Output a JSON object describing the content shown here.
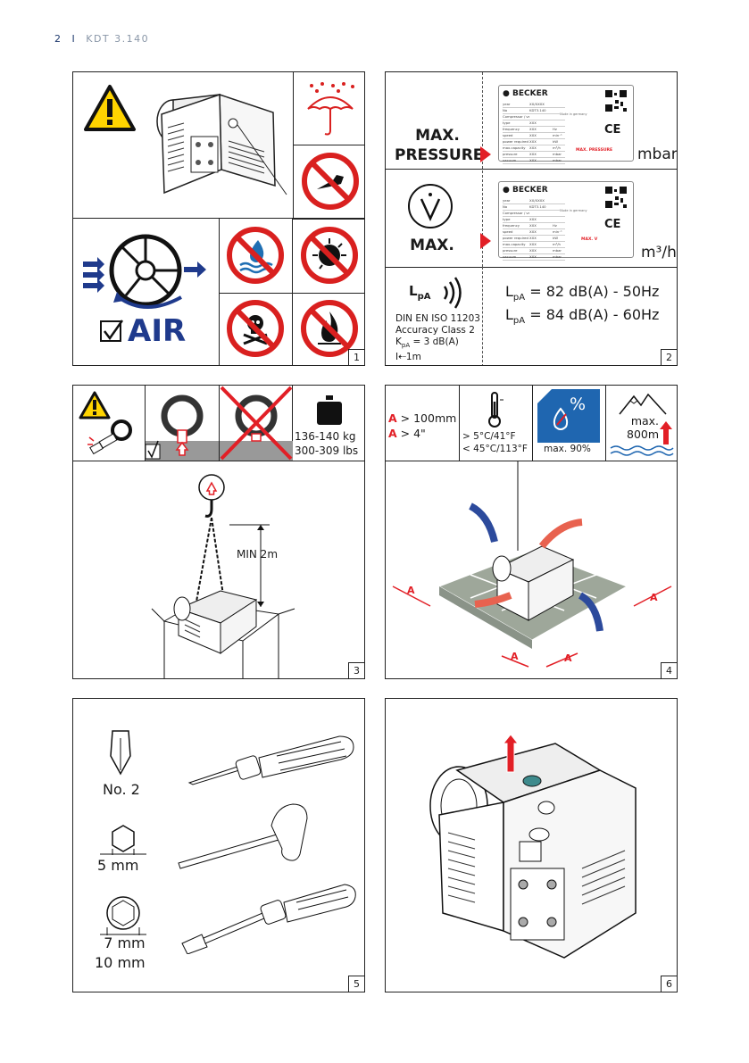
{
  "header": {
    "page_number": "2",
    "separator": "I",
    "doc_code": "KDT 3.140"
  },
  "panel1": {
    "air_label": "AIR",
    "number": "1"
  },
  "panel2": {
    "max_pressure_line1": "MAX.",
    "max_pressure_line2": "PRESSURE",
    "mbar": "mbar",
    "v_symbol": "V",
    "max_label": "MAX.",
    "m3h": "m³/h",
    "lpa_symbol": "L",
    "lpa_sub": "pA",
    "standard": "DIN EN ISO 11203",
    "accuracy": "Accuracy Class 2",
    "kpa_k": "K",
    "kpa_sub": "pA",
    "kpa_val": " = 3 dB(A)",
    "distance": "I⇠1m",
    "lpa50_val": " = 82 dB(A) - 50Hz",
    "lpa60_val": " = 84 dB(A) - 60Hz",
    "number": "2",
    "plate": {
      "brand": "BECKER",
      "rows": [
        [
          "year",
          "XX/XXXX",
          ""
        ],
        [
          "No",
          "KDT3.140",
          ""
        ],
        [
          "Compressor / vacuum pump",
          "",
          ""
        ],
        [
          "type",
          "XXX",
          ""
        ],
        [
          "frequency",
          "XXX",
          "Hz"
        ],
        [
          "speed",
          "XXX",
          "min⁻¹"
        ],
        [
          "power required",
          "XXX",
          "kW"
        ],
        [
          "max.capacity",
          "XXX",
          "m³/h"
        ],
        [
          "pressure",
          "XXX",
          "mbar"
        ],
        [
          "vacuum",
          "XXX",
          "mbar"
        ]
      ],
      "hint1": "MAX. PRESSURE",
      "hint2": "MAX. V",
      "ce": "CE",
      "made": "Made in germany"
    }
  },
  "panel3": {
    "weight_kg": "136-140 kg",
    "weight_lbs": "300-309 lbs",
    "min_label": "MIN 2m",
    "number": "3"
  },
  "panel4": {
    "a_letter": "A",
    "clear_mm": " > 100mm",
    "clear_in": " > 4\"",
    "temp_min": "> 5°C/41°F",
    "temp_max": "< 45°C/113°F",
    "percent": "%",
    "humidity": "max. 90%",
    "alt_max": "max.",
    "alt_val": "800m",
    "number": "4"
  },
  "panel5": {
    "tool1": "No. 2",
    "tool2": "5 mm",
    "tool3a": "7 mm",
    "tool3b": "10 mm",
    "number": "5"
  },
  "panel6": {
    "number": "6"
  },
  "colors": {
    "warning_yellow": "#ffd400",
    "prohibit_red": "#d9201f",
    "air_blue": "#1f3a8c",
    "accent_red": "#e21f26",
    "floor_gray": "#9ea79a"
  }
}
